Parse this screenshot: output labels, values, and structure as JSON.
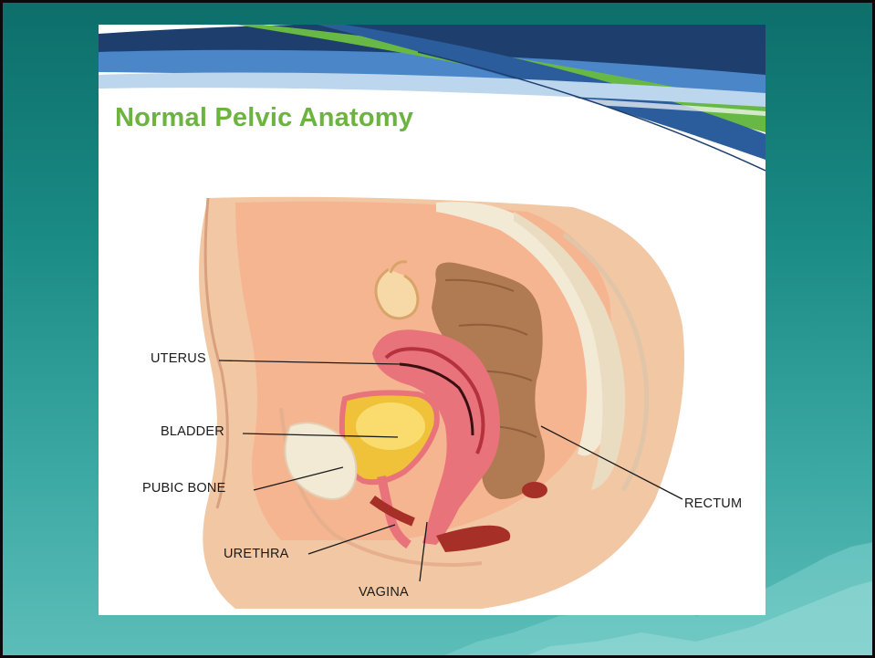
{
  "slide": {
    "background_color": "#1a8a84",
    "accent_color": "#6db33f"
  },
  "card": {
    "title": "Normal Pelvic Anatomy"
  },
  "labels": {
    "uterus": "UTERUS",
    "bladder": "BLADDER",
    "pubic_bone": "PUBIC BONE",
    "urethra": "URETHRA",
    "vagina": "VAGINA",
    "rectum": "RECTUM"
  }
}
